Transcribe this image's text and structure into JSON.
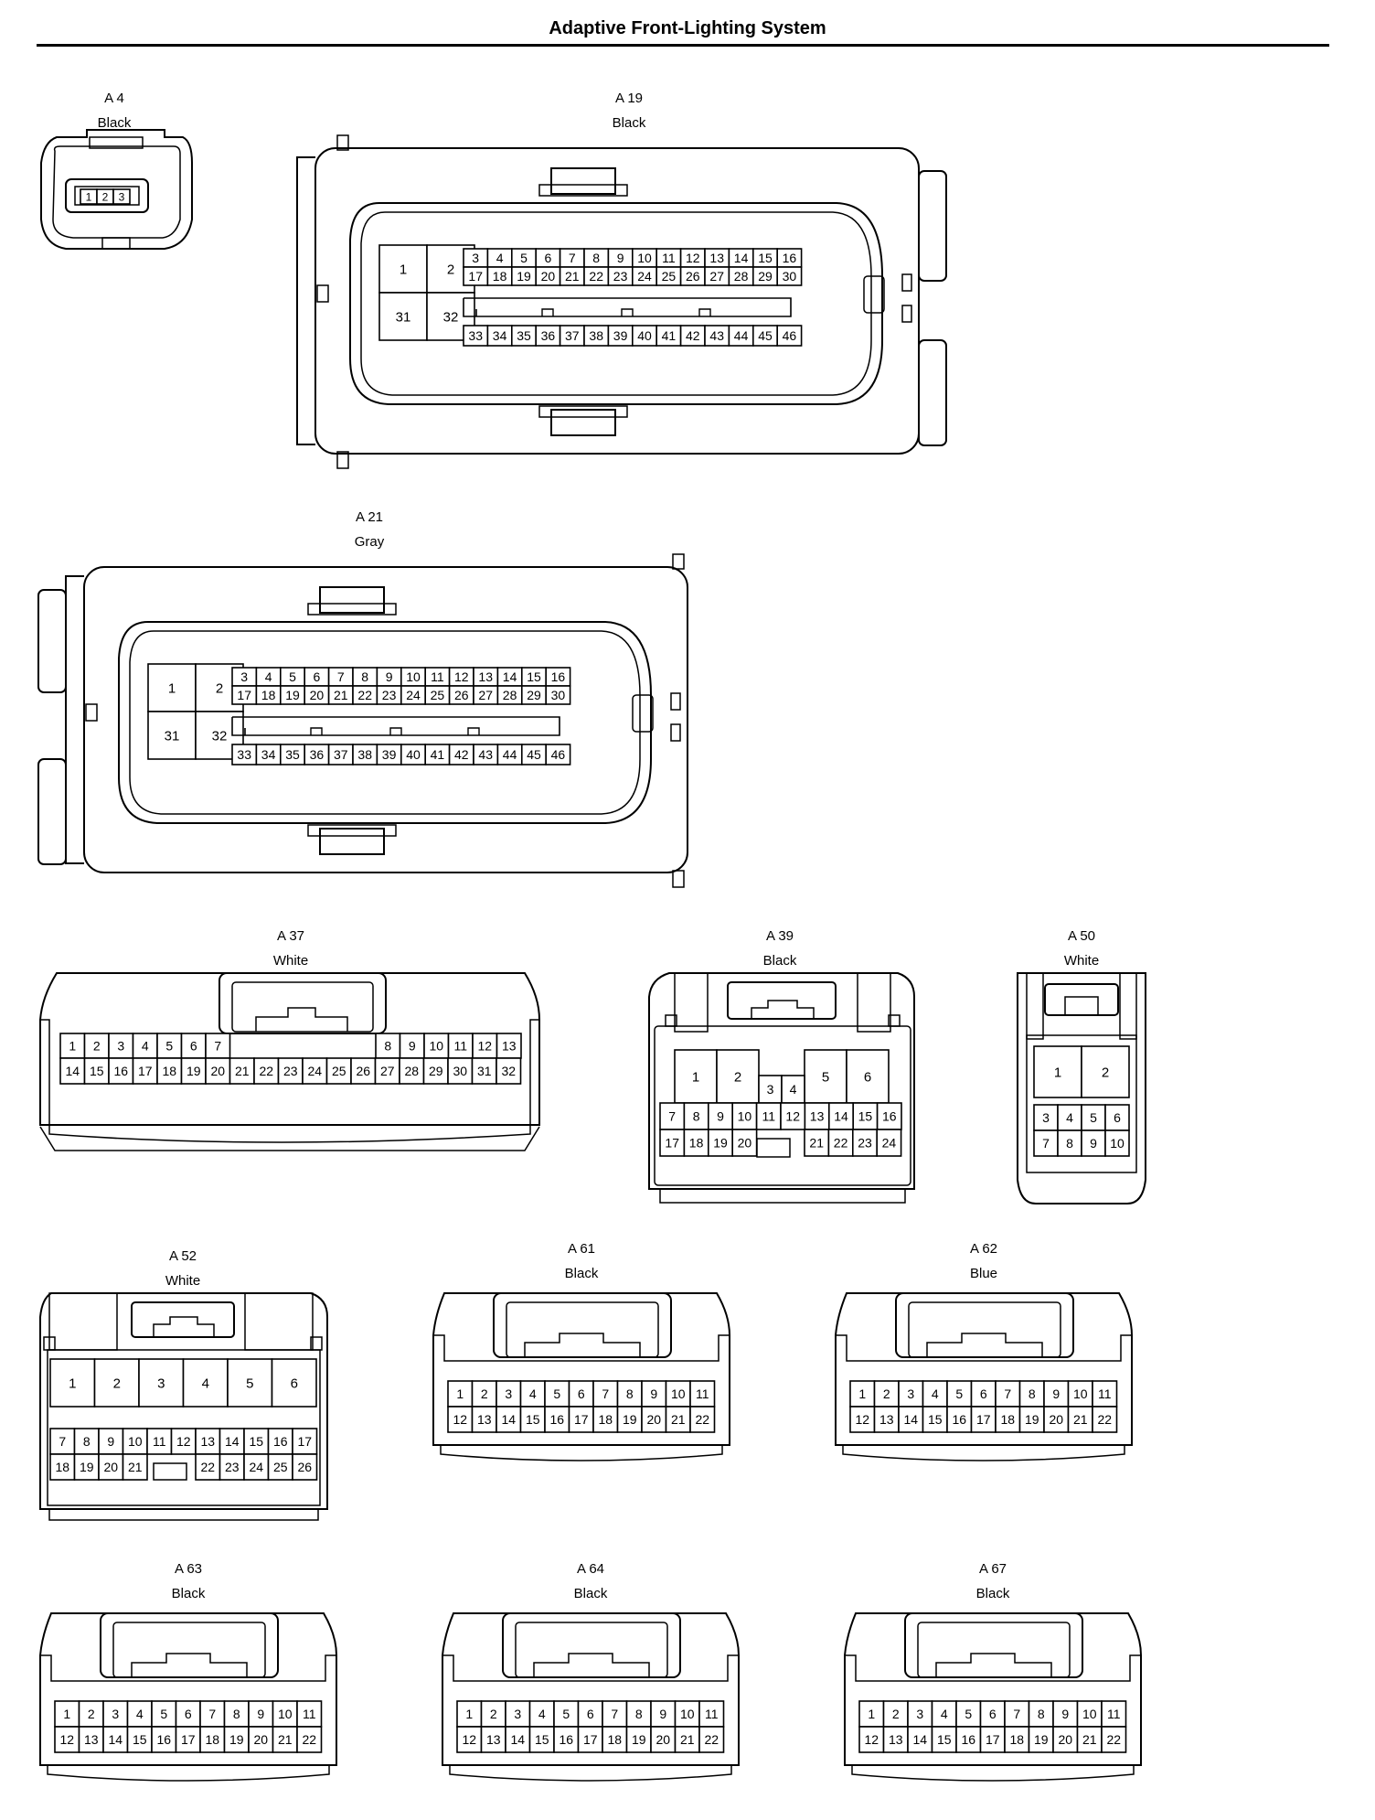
{
  "title": "Adaptive Front-Lighting System",
  "connectors": [
    {
      "id": "A 4",
      "color": "Black"
    },
    {
      "id": "A 19",
      "color": "Black"
    },
    {
      "id": "A 21",
      "color": "Gray"
    },
    {
      "id": "A 37",
      "color": "White"
    },
    {
      "id": "A 39",
      "color": "Black"
    },
    {
      "id": "A 50",
      "color": "White"
    },
    {
      "id": "A 52",
      "color": "White"
    },
    {
      "id": "A 61",
      "color": "Black"
    },
    {
      "id": "A 62",
      "color": "Blue"
    },
    {
      "id": "A 63",
      "color": "Black"
    },
    {
      "id": "A 64",
      "color": "Black"
    },
    {
      "id": "A 67",
      "color": "Black"
    }
  ]
}
